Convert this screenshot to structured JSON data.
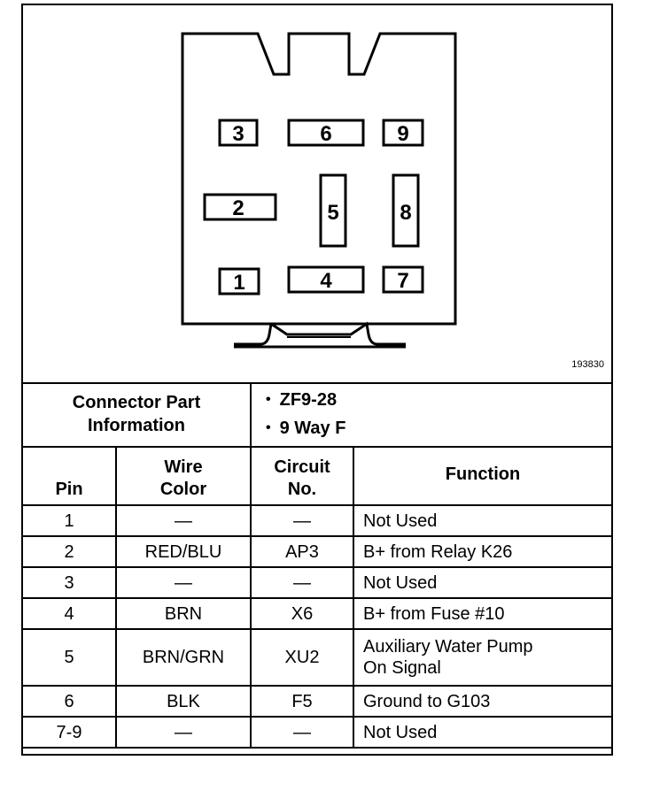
{
  "figure_id": "193830",
  "pins": [
    {
      "id": "3",
      "label": "3"
    },
    {
      "id": "6",
      "label": "6"
    },
    {
      "id": "9",
      "label": "9"
    },
    {
      "id": "2",
      "label": "2"
    },
    {
      "id": "5",
      "label": "5"
    },
    {
      "id": "8",
      "label": "8"
    },
    {
      "id": "1",
      "label": "1"
    },
    {
      "id": "4",
      "label": "4"
    },
    {
      "id": "7",
      "label": "7"
    }
  ],
  "connector_info": {
    "label_line1": "Connector Part",
    "label_line2": "Information",
    "values": [
      "ZF9-28",
      "9 Way F"
    ]
  },
  "table": {
    "headers": {
      "pin": "Pin",
      "wire_color_1": "Wire",
      "wire_color_2": "Color",
      "circuit_1": "Circuit",
      "circuit_2": "No.",
      "function": "Function"
    },
    "rows": [
      {
        "pin": "1",
        "wire": "—",
        "circuit": "—",
        "function": "Not Used"
      },
      {
        "pin": "2",
        "wire": "RED/BLU",
        "circuit": "AP3",
        "function": "B+ from Relay K26"
      },
      {
        "pin": "3",
        "wire": "—",
        "circuit": "—",
        "function": "Not Used"
      },
      {
        "pin": "4",
        "wire": "BRN",
        "circuit": "X6",
        "function": "B+ from Fuse #10"
      },
      {
        "pin": "5",
        "wire": "BRN/GRN",
        "circuit": "XU2",
        "function_1": "Auxiliary Water Pump",
        "function_2": "On Signal"
      },
      {
        "pin": "6",
        "wire": "BLK",
        "circuit": "F5",
        "function": "Ground to G103"
      },
      {
        "pin": "7-9",
        "wire": "—",
        "circuit": "—",
        "function": "Not Used"
      }
    ]
  }
}
